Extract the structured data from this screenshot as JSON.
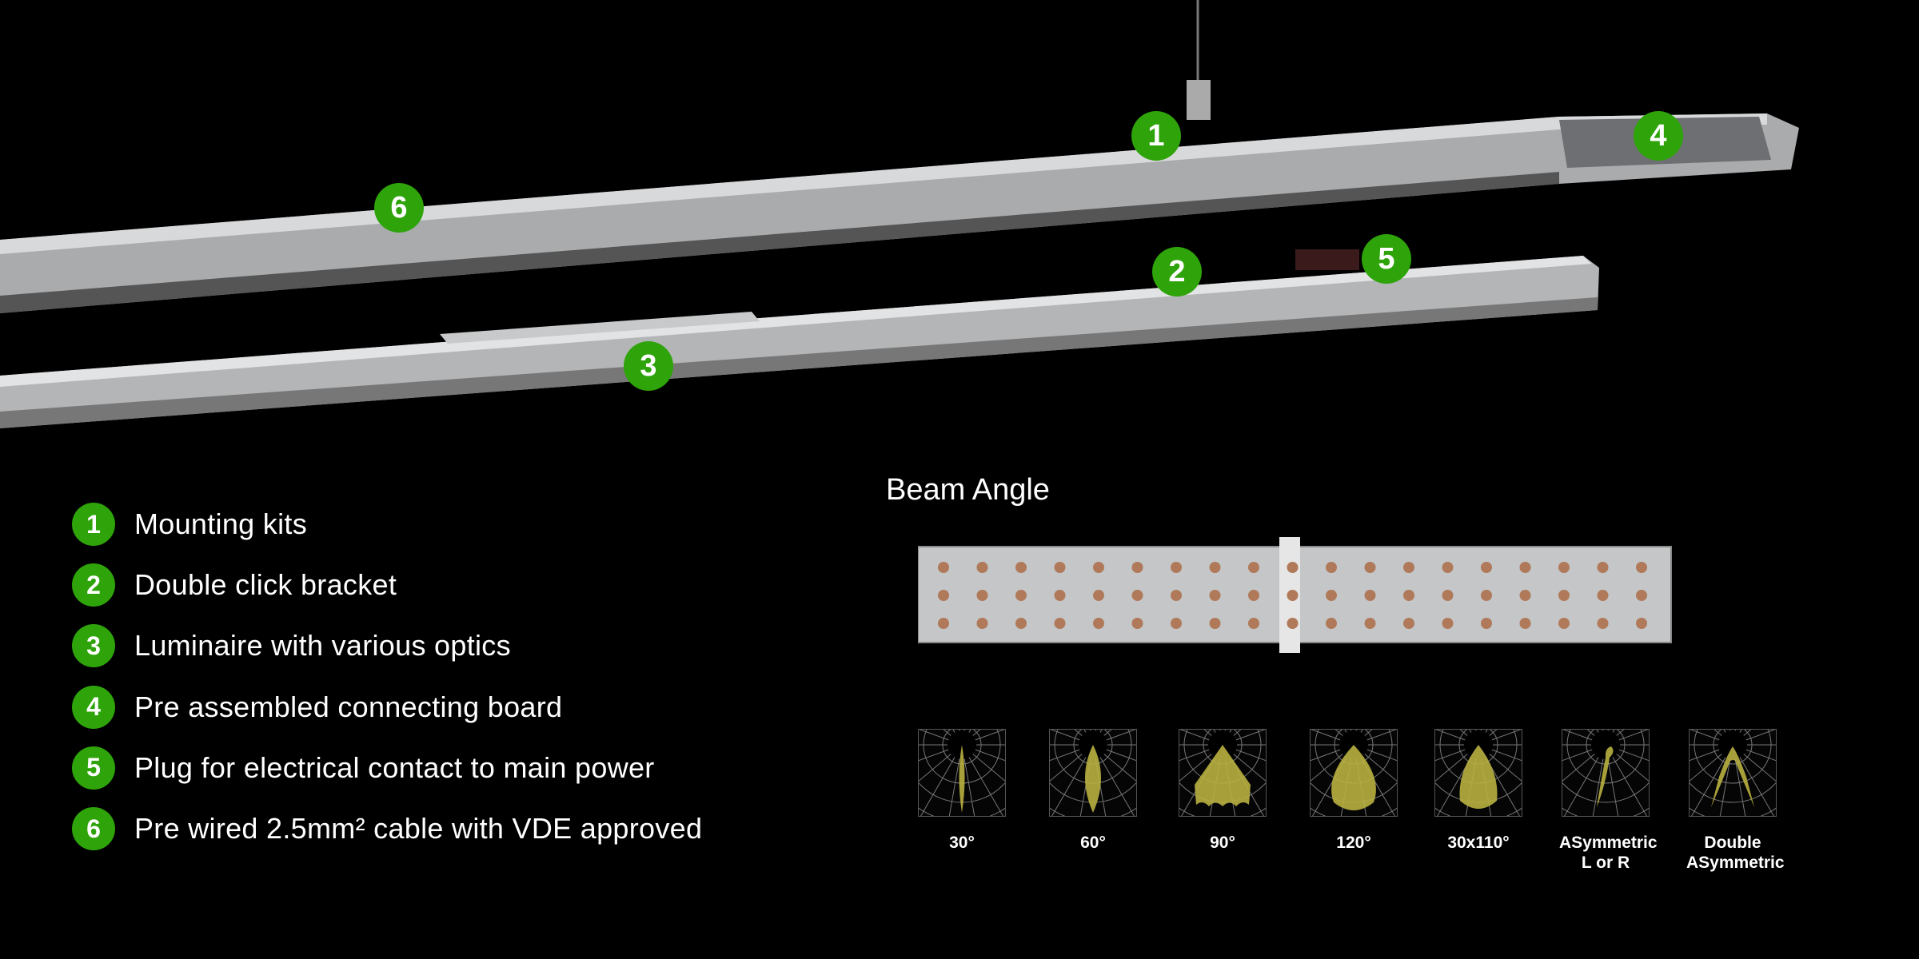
{
  "callouts": [
    "1",
    "2",
    "3",
    "4",
    "5",
    "6"
  ],
  "features": [
    {
      "num": "1",
      "label": "Mounting kits"
    },
    {
      "num": "2",
      "label": "Double click bracket"
    },
    {
      "num": "3",
      "label": "Luminaire with various optics"
    },
    {
      "num": "4",
      "label": "Pre assembled connecting board"
    },
    {
      "num": "5",
      "label": "Plug for electrical contact to main power"
    },
    {
      "num": "6",
      "label": "Pre wired 2.5mm² cable with VDE approved"
    }
  ],
  "beam_section": {
    "title": "Beam Angle",
    "options": [
      {
        "label": "30°",
        "shape": "narrow"
      },
      {
        "label": "60°",
        "shape": "medium"
      },
      {
        "label": "90°",
        "shape": "wide"
      },
      {
        "label": "120°",
        "shape": "very-wide"
      },
      {
        "label": "30x110°",
        "shape": "oval"
      },
      {
        "label": "ASymmetric",
        "label2": "L or R",
        "shape": "asym"
      },
      {
        "label": "Double",
        "label2": "ASymmetric",
        "shape": "double-asym"
      }
    ]
  },
  "colors": {
    "accent": "#2ea30a",
    "beam": "#b8b040"
  }
}
